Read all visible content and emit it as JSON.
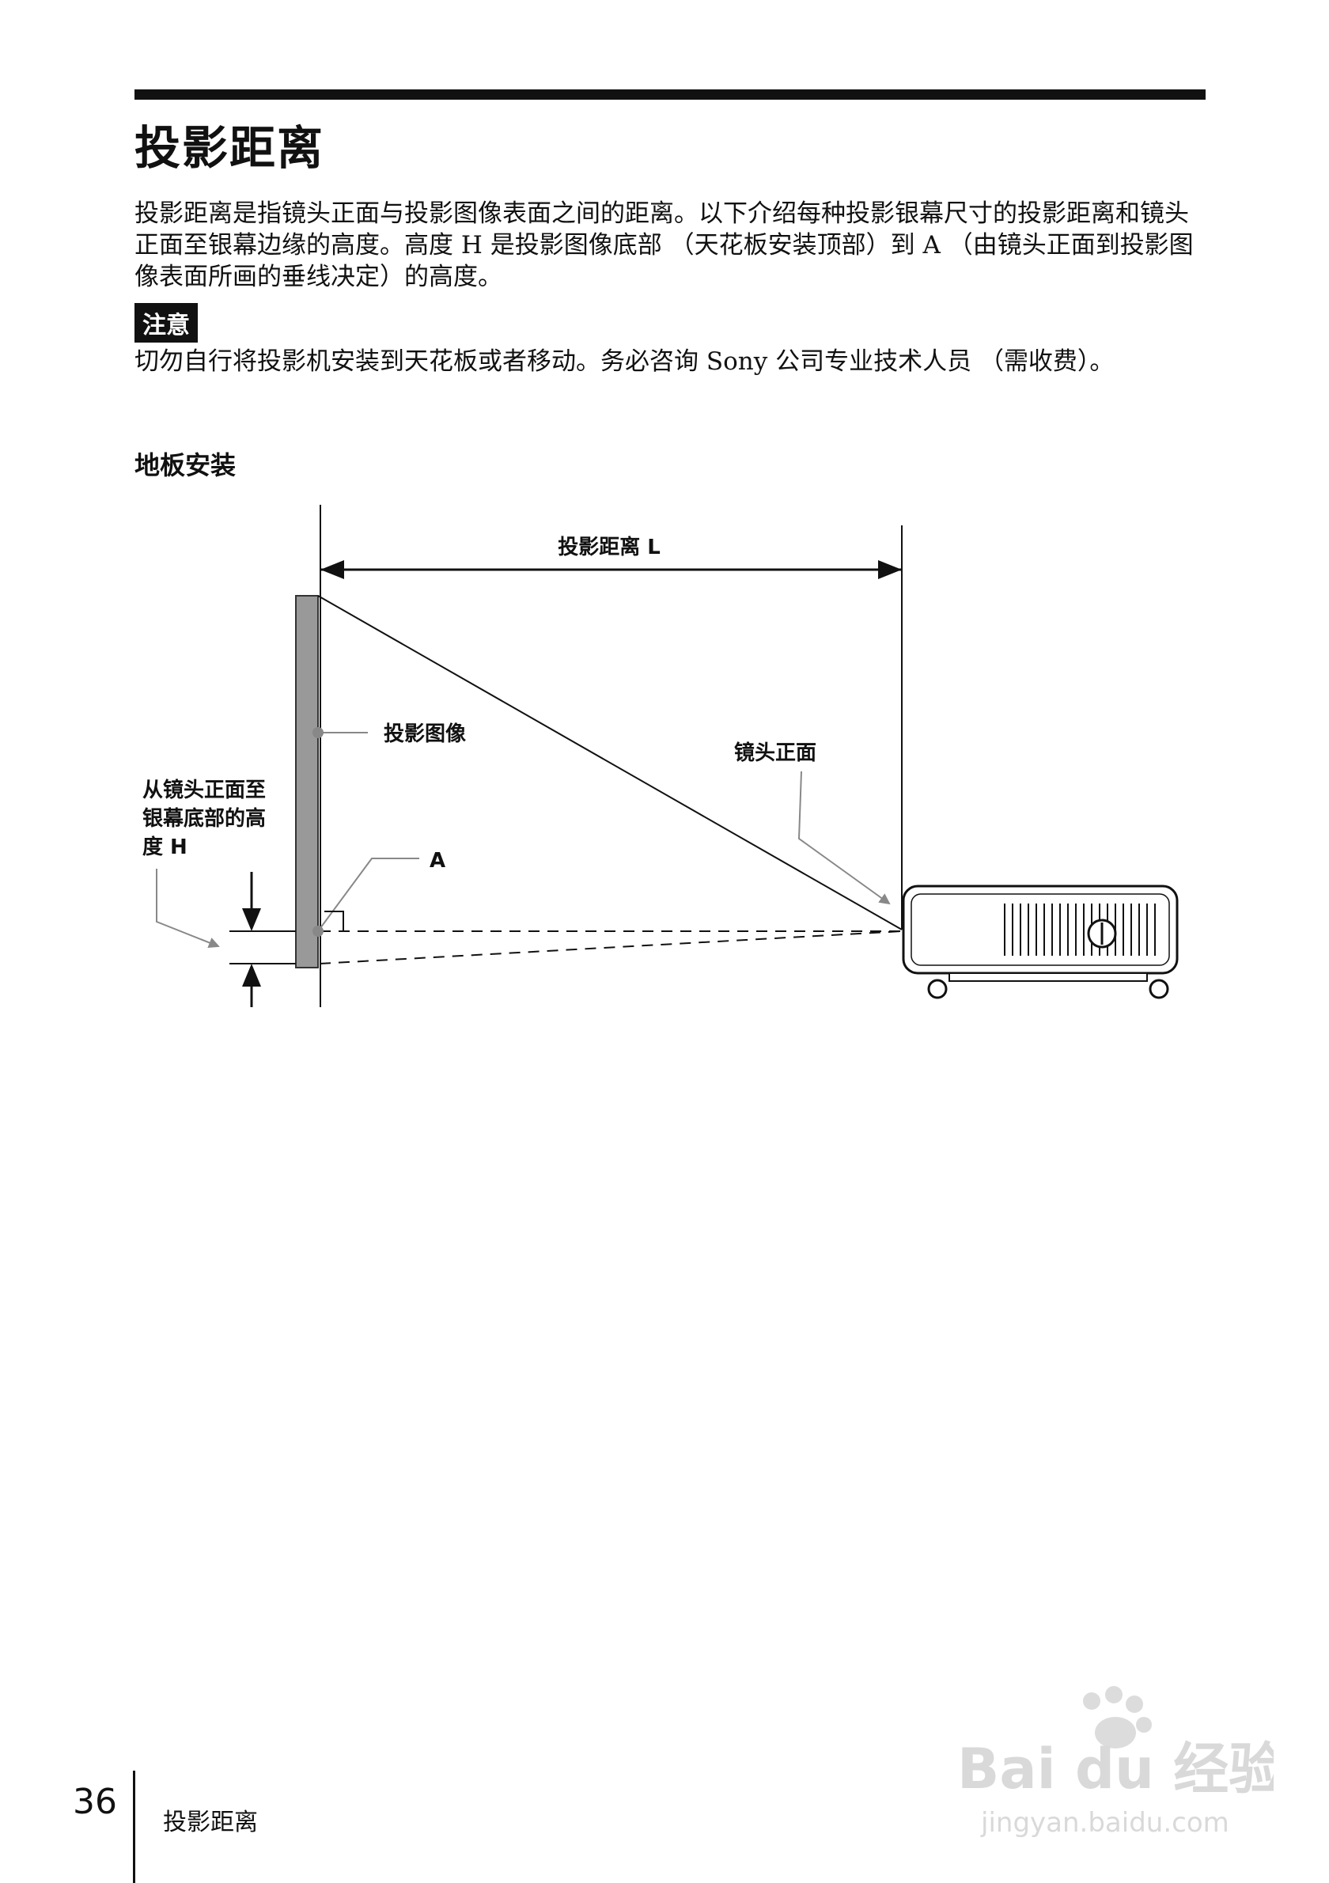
{
  "page": {
    "title": "投影距离",
    "paragraph_1": "投影距离是指镜头正面与投影图像表面之间的距离。以下介绍每种投影银幕尺寸的投影距离和镜头正面至银幕边缘的高度。高度 H 是投影图像底部 （天花板安装顶部）到 A （由镜头正面到投影图像表面所画的垂线决定）的高度。",
    "note_label": "注意",
    "paragraph_2": "切勿自行将投影机安装到天花板或者移动。务必咨询 Sony 公司专业技术人员 （需收费）。",
    "section_heading": "地板安装"
  },
  "diagram": {
    "distance_label": "投影距离 L",
    "image_label": "投影图像",
    "lens_label": "镜头正面",
    "height_label_lines": [
      "从镜头正面至",
      "银幕底部的高",
      "度 H"
    ],
    "point_label": "A"
  },
  "footer": {
    "page_number": "36",
    "section_label": "投影距离"
  },
  "watermark": {
    "line_1": "Bai du 经验",
    "line_2": "jingyan.baidu.com"
  }
}
